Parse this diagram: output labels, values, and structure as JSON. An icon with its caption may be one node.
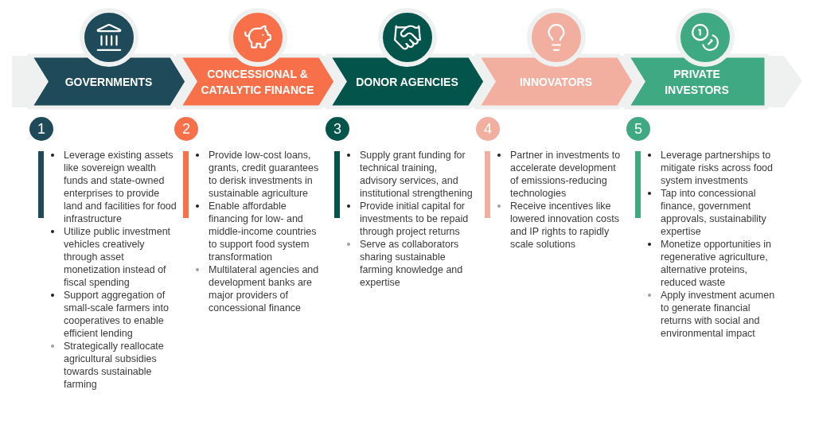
{
  "diagram": {
    "nodes": [
      {
        "text": [
          "GOVERNMENTS"
        ],
        "beside": [
          "1",
          "Leverage existing assets like sovereign wealth funds and state-owned enterprises to provide land and facilities for food infrastructure",
          "Utilize public investment vehicles creatively through asset monetization instead of fiscal spending",
          "Support aggregation of small-scale farmers into cooperatives to enable efficient lending",
          "Strategically reallocate agricultural subsidies towards sustainable farming"
        ]
      },
      {
        "text": [
          "CONCESSIONAL & CATALYTIC FINANCE"
        ],
        "beside": [
          "2",
          "Provide low-cost loans, grants, credit guarantees to derisk investments in sustainable agriculture",
          "Enable affordable financing for low- and middle-income countries to support food system transformation",
          "Multilateral agencies and development banks are major providers of concessional finance"
        ]
      },
      {
        "text": [
          "DONOR AGENCIES"
        ],
        "beside": [
          "3",
          "Supply grant funding for technical training, advisory services, and institutional strengthening",
          "Provide initial capital for investments to be repaid through project returns",
          "Serve as collaborators sharing sustainable farming knowledge and expertise"
        ]
      },
      {
        "text": [
          "INNOVATORS"
        ],
        "beside": [
          "4",
          "Partner in investments to accelerate development of emissions-reducing technologies",
          "Receive incentives like lowered innovation costs and IP rights to rapidly scale solutions"
        ]
      },
      {
        "text": [
          "PRIVATE INVESTORS"
        ],
        "beside": [
          "5",
          "Leverage partnerships to mitigate risks across food system investments",
          "Tap into concessional finance, government approvals, sustainability expertise",
          "Monetize opportunities in regenerative agriculture, alternative proteins, reduced waste",
          "Apply investment acumen to generate financial returns with social and environmental impact"
        ]
      }
    ]
  }
}
